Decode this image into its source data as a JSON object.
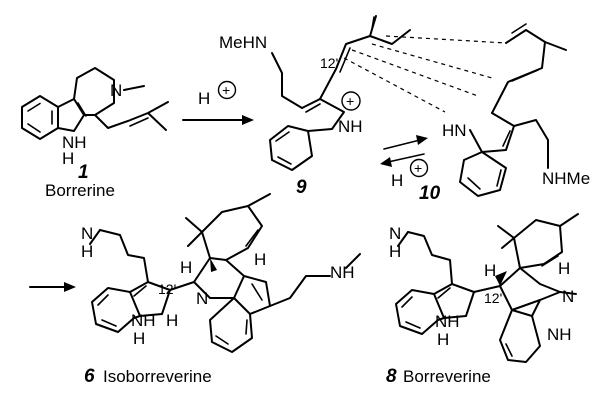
{
  "atoms": {
    "N": "N",
    "NH": "NH",
    "H": "H",
    "HN": "HN",
    "MeHN": "MeHN",
    "NHMe": "NHMe",
    "pos": "12'"
  },
  "reagents": {
    "proton": "H",
    "charge": "+"
  },
  "compounds": [
    {
      "number": "1",
      "name": "Borrerine"
    },
    {
      "number": "9",
      "name": ""
    },
    {
      "number": "10",
      "name": ""
    },
    {
      "number": "6",
      "name": "Isoborreverine"
    },
    {
      "number": "8",
      "name": "Borreverine"
    }
  ]
}
